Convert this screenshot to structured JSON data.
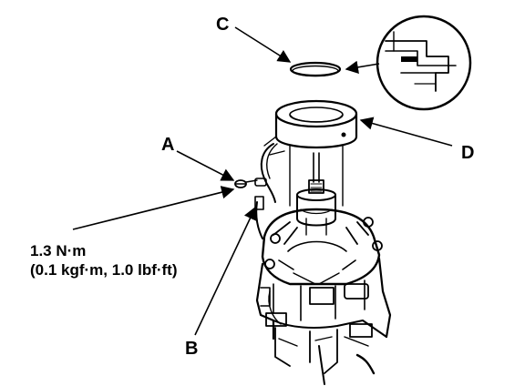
{
  "labels": {
    "a": "A",
    "b": "B",
    "c": "C",
    "d": "D"
  },
  "torque": {
    "line1": "1.3 N·m",
    "line2": "(0.1 kgf·m, 1.0 lbf·ft)"
  },
  "colors": {
    "ink": "#000000",
    "paper": "#ffffff",
    "shade": "#9a9a9a"
  }
}
